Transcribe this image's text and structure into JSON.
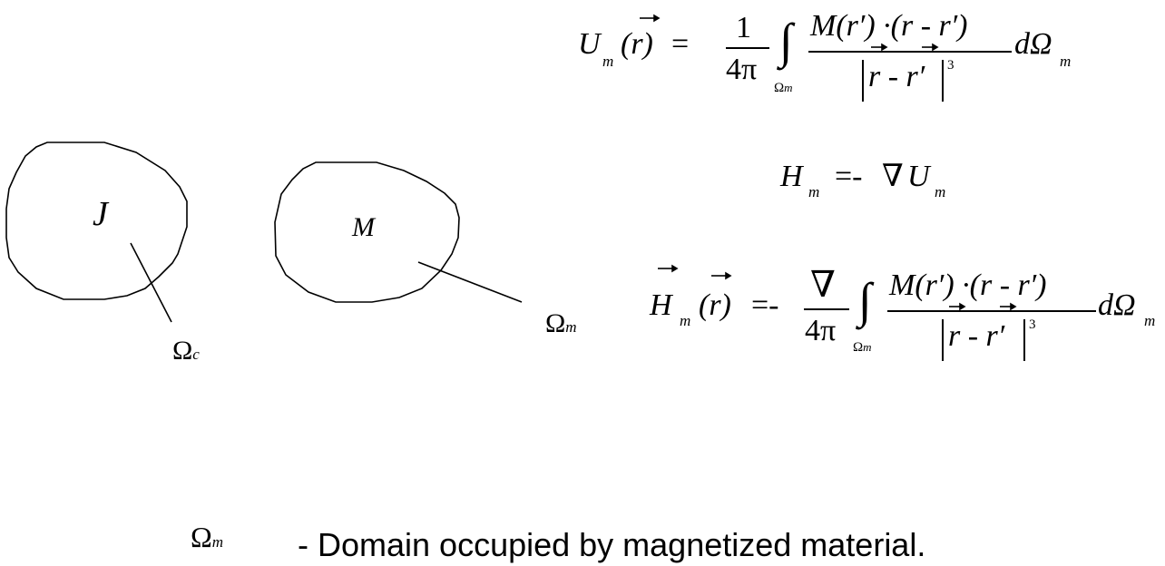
{
  "regions": {
    "coil": {
      "label": "J",
      "domain_symbol": "Ω",
      "domain_sub": "c"
    },
    "magnet": {
      "label": "M",
      "domain_symbol": "Ω",
      "domain_sub": "m"
    }
  },
  "equations": {
    "potential": {
      "lhs": "U",
      "lhs_sub": "m",
      "arg": "(r)",
      "eq": "=",
      "coef_num": "1",
      "coef_den": "4π",
      "integral": "∫",
      "int_sub_symbol": "Ω",
      "int_sub": "m",
      "numerator": "M(r′) ·(r - r′)",
      "denominator": "r - r′",
      "power": "3",
      "measure": "dΩ",
      "measure_sub": "m"
    },
    "field_gradient": {
      "lhs": "H",
      "lhs_sub": "m",
      "eq": "=-",
      "nabla": "∇",
      "rhs": "U",
      "rhs_sub": "m"
    },
    "field": {
      "lhs": "H",
      "lhs_sub": "m",
      "arg": "(r)",
      "eq": "=-",
      "coef_num": "∇",
      "coef_den": "4π",
      "integral": "∫",
      "int_sub_symbol": "Ω",
      "int_sub": "m",
      "numerator": "M(r′) ·(r - r′)",
      "denominator": "r - r′",
      "power": "3",
      "measure": "dΩ",
      "measure_sub": "m"
    }
  },
  "caption": {
    "symbol": "Ω",
    "symbol_sub": "m",
    "text": "- Domain occupied  by magnetized material."
  }
}
